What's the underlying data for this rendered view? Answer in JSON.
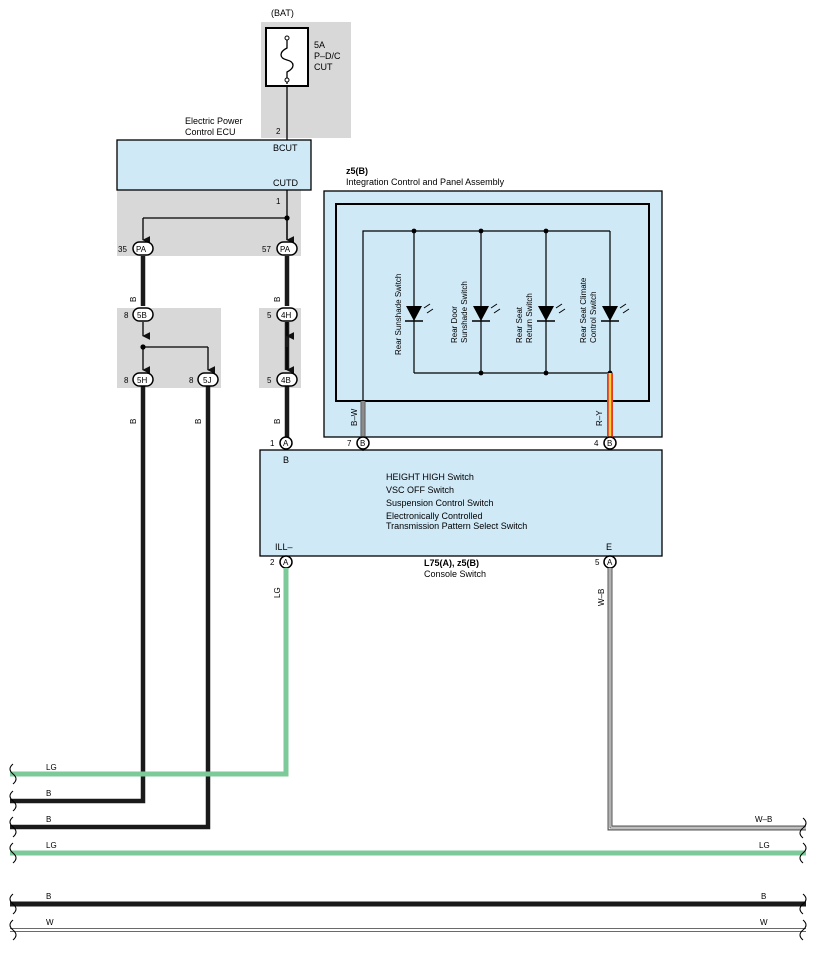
{
  "colors": {
    "shade": "#d8d8d8",
    "box_fill": "#cfe9f7",
    "wire_black": "#1a1a1a",
    "wire_green": "#7cc99a",
    "wire_white_edge": "#555555",
    "wire_ry_red": "#e23b2e",
    "wire_ry_yellow": "#f5d23a"
  },
  "fuse": {
    "source": "(BAT)",
    "rating": "5A",
    "name_line1": "P–D/C",
    "name_line2": "CUT",
    "pin_bottom": "2"
  },
  "ecu": {
    "name_line1": "Electric Power",
    "name_line2": "Control ECU",
    "terminal_top": "BCUT",
    "terminal_bottom": "CUTD",
    "pin_bottom": "1"
  },
  "connectors": {
    "pa_left": {
      "pin": "35",
      "id": "PA"
    },
    "pa_right": {
      "pin": "57",
      "id": "PA"
    },
    "c5b": {
      "pin": "8",
      "id": "5B"
    },
    "c4h": {
      "pin": "5",
      "id": "4H"
    },
    "c5h": {
      "pin": "8",
      "id": "5H"
    },
    "c5j": {
      "pin": "8",
      "id": "5J"
    },
    "c4b": {
      "pin": "5",
      "id": "4B"
    }
  },
  "wire_labels": {
    "b_upper_left": "B",
    "b_upper_right": "B",
    "b_mid_right": "B",
    "b_lower_5h": "B",
    "b_lower_5j": "B",
    "bw": "B–W",
    "ry": "R–Y",
    "lg_vertical": "LG",
    "wb_vertical": "W–B"
  },
  "integration_panel": {
    "code": "z5(B)",
    "name": "Integration Control  and Panel Assembly",
    "switches": [
      {
        "line1": "Rear Sunshade Switch",
        "line2": ""
      },
      {
        "line1": "Rear Door",
        "line2": "Sunshade Switch"
      },
      {
        "line1": "Rear Seat",
        "line2": "Return Switch"
      },
      {
        "line1": "Rear Seat Climate",
        "line2": "Control Switch"
      }
    ],
    "pin_left": {
      "num": "7",
      "id": "B"
    },
    "pin_right": {
      "num": "4",
      "id": "B"
    }
  },
  "console_switch": {
    "code": "L75(A), z5(B)",
    "name": "Console Switch",
    "functions": [
      "HEIGHT HIGH Switch",
      "VSC OFF Switch",
      "Suspension Control Switch",
      "Electronically Controlled",
      "Transmission Pattern Select Switch"
    ],
    "terminal_top_left": "B",
    "terminal_ill": "ILL–",
    "terminal_e": "E",
    "pin_top": {
      "num": "1",
      "id": "A"
    },
    "pin_ill": {
      "num": "2",
      "id": "A"
    },
    "pin_e": {
      "num": "5",
      "id": "A"
    }
  },
  "bus": {
    "lg_top": "LG",
    "b_1": "B",
    "b_2": "B",
    "lg_bottom_left": "LG",
    "lg_bottom_right": "LG",
    "wb_right": "W–B",
    "b_main_left": "B",
    "b_main_right": "B",
    "w_left": "W",
    "w_right": "W"
  }
}
